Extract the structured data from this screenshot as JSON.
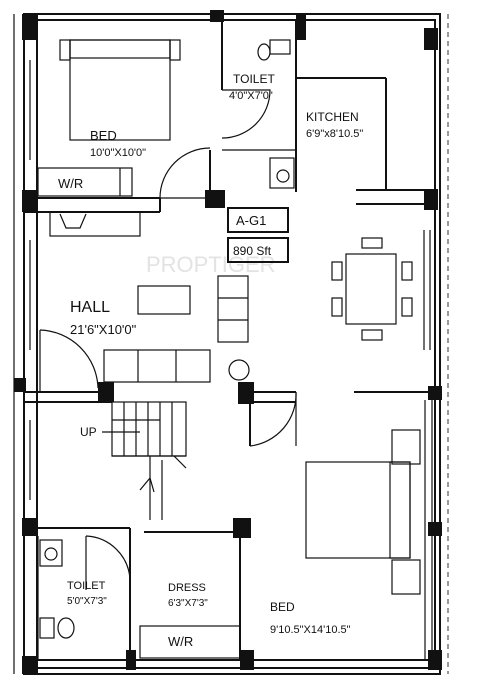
{
  "watermark": "PROPTIGER",
  "unit": {
    "name": "A-G1",
    "area": "890 Sft"
  },
  "rooms": {
    "toilet_top": {
      "name": "TOILET",
      "size": "4'0\"X7'0\""
    },
    "kitchen": {
      "name": "KITCHEN",
      "size": "6'9\"x8'10.5\""
    },
    "bed_top": {
      "name": "BED",
      "size": "10'0\"X10'0\""
    },
    "wr_top": {
      "name": "W/R"
    },
    "hall": {
      "name": "HALL",
      "size": "21'6\"X10'0\""
    },
    "stairs": {
      "name": "UP"
    },
    "toilet_bottom": {
      "name": "TOILET",
      "size": "5'0\"X7'3\""
    },
    "dress": {
      "name": "DRESS",
      "size": "6'3\"X7'3\""
    },
    "bed_bottom": {
      "name": "BED",
      "size": "9'10.5\"X14'10.5\""
    },
    "wr_bottom": {
      "name": "W/R"
    }
  }
}
